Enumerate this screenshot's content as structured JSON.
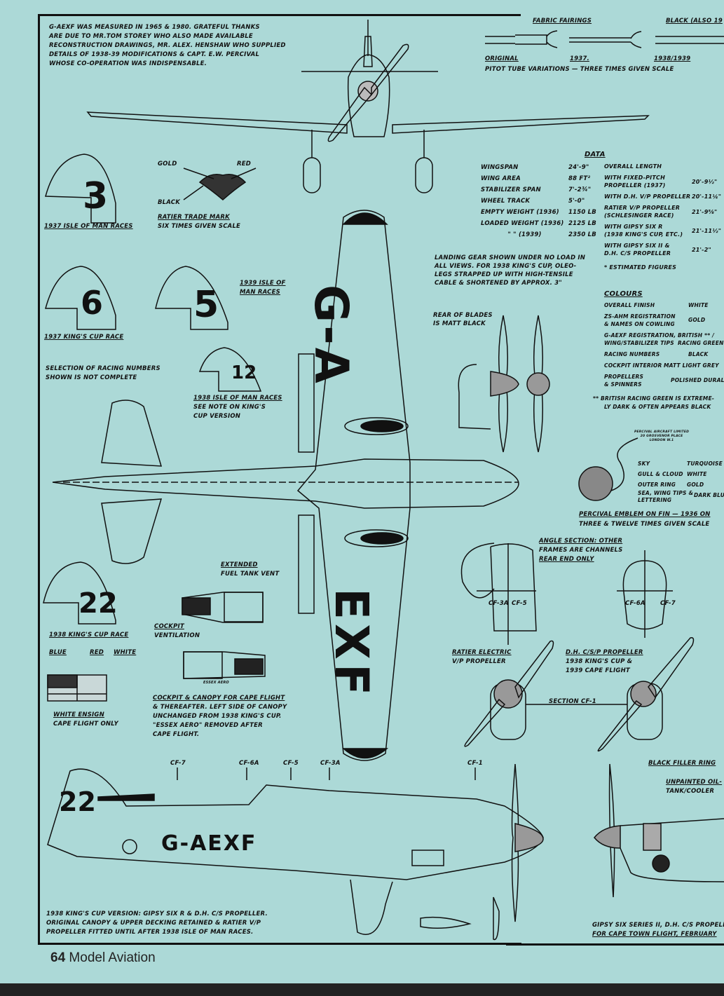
{
  "intro_note": [
    "G-AEXF WAS MEASURED IN 1965 & 1980. GRATEFUL THANKS",
    "ARE DUE TO MR.TOM STOREY WHO ALSO MADE AVAILABLE",
    "RECONSTRUCTION DRAWINGS, MR. ALEX. HENSHAW WHO SUPPLIED",
    "DETAILS OF 1938-39 MODIFICATIONS & CAPT. E.W. PERCIVAL",
    "WHOSE CO-OPERATION WAS INDISPENSABLE."
  ],
  "pitot": {
    "fabric_fairings": "FABRIC FAIRINGS",
    "black_label": "BLACK (ALSO 19",
    "original": "ORIGINAL",
    "y1937": "1937.",
    "y1938": "1938/1939",
    "caption": "PITOT TUBE VARIATIONS — THREE TIMES GIVEN SCALE"
  },
  "trademark": {
    "gold": "GOLD",
    "red": "RED",
    "black": "BLACK",
    "caption": "RATIER TRADE MARK",
    "scale": "SIX TIMES GIVEN SCALE"
  },
  "fins": [
    {
      "number": "3",
      "caption": "1937 ISLE OF MAN RACES"
    },
    {
      "number": "6",
      "caption": "1937 KING'S CUP RACE"
    },
    {
      "number": "5",
      "caption_lines": [
        "1939 ISLE OF",
        "MAN RACES"
      ]
    },
    {
      "number": "12",
      "caption_lines": [
        "1938 ISLE OF MAN RACES",
        "SEE NOTE ON KING'S",
        "CUP VERSION"
      ]
    },
    {
      "number": "22",
      "caption": "1938 KING'S CUP RACE"
    }
  ],
  "selection_note": [
    "SELECTION OF RACING NUMBERS",
    "SHOWN IS NOT COMPLETE"
  ],
  "registration_wing": {
    "top": "G-A",
    "bottom": "EXF"
  },
  "registration_side": "G-AEXF",
  "side_number": "22",
  "data": {
    "title": "DATA",
    "left": [
      {
        "label": "WINGSPAN",
        "value": "24'-9\""
      },
      {
        "label": "WING AREA",
        "value": "88 ft²"
      },
      {
        "label": "STABILIZER SPAN",
        "value": "7'-2¾\""
      },
      {
        "label": "WHEEL TRACK",
        "value": "5'-0\""
      },
      {
        "label": "EMPTY WEIGHT (1936)",
        "value": "1150 lb"
      },
      {
        "label": "LOADED WEIGHT (1936)",
        "value": "2125 lb"
      },
      {
        "label": "\"   \" (1939)",
        "value": "2350 lb"
      }
    ],
    "length_title": "OVERALL LENGTH",
    "right": [
      {
        "label": [
          "WITH FIXED-PITCH",
          "PROPELLER (1937)"
        ],
        "value": "20'-9½\""
      },
      {
        "label": [
          "WITH D.H. v/p PROPELLER"
        ],
        "value": "20'-11¼\""
      },
      {
        "label": [
          "RATIER v/p PROPELLER",
          "(SCHLESINGER RACE)"
        ],
        "value": "21'-9⅝\""
      },
      {
        "label": [
          "WITH GIPSY SIX R",
          "(1938 KING'S CUP, ETC.)"
        ],
        "value": "21'-11½\""
      },
      {
        "label": [
          "WITH GIPSY SIX II &",
          "D.H. c/s PROPELLER"
        ],
        "value": "21'-2\""
      }
    ],
    "footnote": "* ESTIMATED FIGURES"
  },
  "landing_note": [
    "LANDING GEAR SHOWN UNDER NO LOAD IN",
    "ALL VIEWS.  FOR 1938 KING'S CUP, OLEO-",
    "LEGS STRAPPED UP WITH HIGH-TENSILE",
    "CABLE & SHORTENED BY APPROX. 3\""
  ],
  "blades_note": [
    "REAR OF BLADES",
    "IS MATT BLACK"
  ],
  "colours": {
    "title": "COLOURS",
    "rows": [
      {
        "label": [
          "OVERALL FINISH"
        ],
        "value": "WHITE"
      },
      {
        "label": [
          "ZS-AHM REGISTRATION",
          "& NAMES ON COWLING"
        ],
        "value": "GOLD"
      },
      {
        "label": [
          "G-AEXF REGISTRATION,",
          "WING/STABILIZER TIPS"
        ],
        "value": "BRITISH ** / RACING GREEN"
      },
      {
        "label": [
          "RACING NUMBERS"
        ],
        "value": "BLACK"
      },
      {
        "label": [
          "COCKPIT INTERIOR"
        ],
        "value": "MATT LIGHT GREY"
      },
      {
        "label": [
          "PROPELLERS",
          "& SPINNERS"
        ],
        "value": "POLISHED DURAL"
      }
    ],
    "note": [
      "** BRITISH RACING GREEN IS EXTREME-",
      "LY DARK & OFTEN APPEARS BLACK"
    ]
  },
  "emblem": {
    "address": [
      "PERCIVAL AIRCRAFT LIMITED",
      "20 GROSVENOR PLACE",
      "LONDON W.1"
    ],
    "rows": [
      {
        "label": "SKY",
        "value": "TURQUOISE"
      },
      {
        "label": "GULL & CLOUD",
        "value": "WHITE"
      },
      {
        "label": "OUTER RING",
        "value": "GOLD"
      },
      {
        "label": "SEA, WING TIPS & LETTERING",
        "value": "DARK BLUE"
      }
    ],
    "caption": "PERCIVAL EMBLEM ON FIN — 1936 ON",
    "scale": "THREE & TWELVE TIMES GIVEN SCALE"
  },
  "frames": {
    "note": [
      "ANGLE SECTION: OTHER",
      "FRAMES ARE CHANNELS",
      "REAR END ONLY"
    ],
    "labels": [
      "CF-3A",
      "CF-5",
      "CF-6A",
      "CF-7"
    ]
  },
  "props": {
    "ratier": [
      "RATIER ELECTRIC",
      "v/p PROPELLER"
    ],
    "dh": [
      "D.H. c/s/p PROPELLER",
      "1938 KING'S CUP &",
      "1939 CAPE FLIGHT"
    ],
    "section": "SECTION CF-1"
  },
  "canopy": {
    "vent": [
      "EXTENDED",
      "FUEL TANK VENT"
    ],
    "ventilation": [
      "COCKPIT",
      "VENTILATION"
    ],
    "essex": "ESSEX AERO",
    "caption": [
      "COCKPIT & CANOPY FOR CAPE FLIGHT",
      "& THEREAFTER. LEFT SIDE OF CANOPY",
      "UNCHANGED FROM 1938 KING'S CUP.",
      "\"ESSEX AERO\" REMOVED AFTER",
      "CAPE FLIGHT."
    ]
  },
  "flag": {
    "blue": "BLUE",
    "red": "RED",
    "white": "WHITE",
    "caption": [
      "WHITE ENSIGN",
      "CAPE FLIGHT ONLY"
    ]
  },
  "stations": [
    "CF-7",
    "CF-6A",
    "CF-5",
    "CF-3A",
    "CF-1"
  ],
  "nose": {
    "filler": "BLACK FILLER RING",
    "oil": [
      "UNPAINTED OIL-",
      "TANK/COOLER"
    ],
    "caption": [
      "GIPSY SIX SERIES II, D.H. c/s PROPELL",
      "FOR CAPE TOWN FLIGHT, FEBRUARY"
    ]
  },
  "kings_cup_note": [
    "1938 KING'S CUP VERSION: GIPSY SIX R & D.H. c/s PROPELLER.",
    "ORIGINAL CANOPY & UPPER DECKING RETAINED & RATIER v/p",
    "PROPELLER FITTED UNTIL AFTER 1938 ISLE OF MAN RACES."
  ],
  "footer": {
    "page": "64",
    "magazine": "Model Aviation"
  }
}
